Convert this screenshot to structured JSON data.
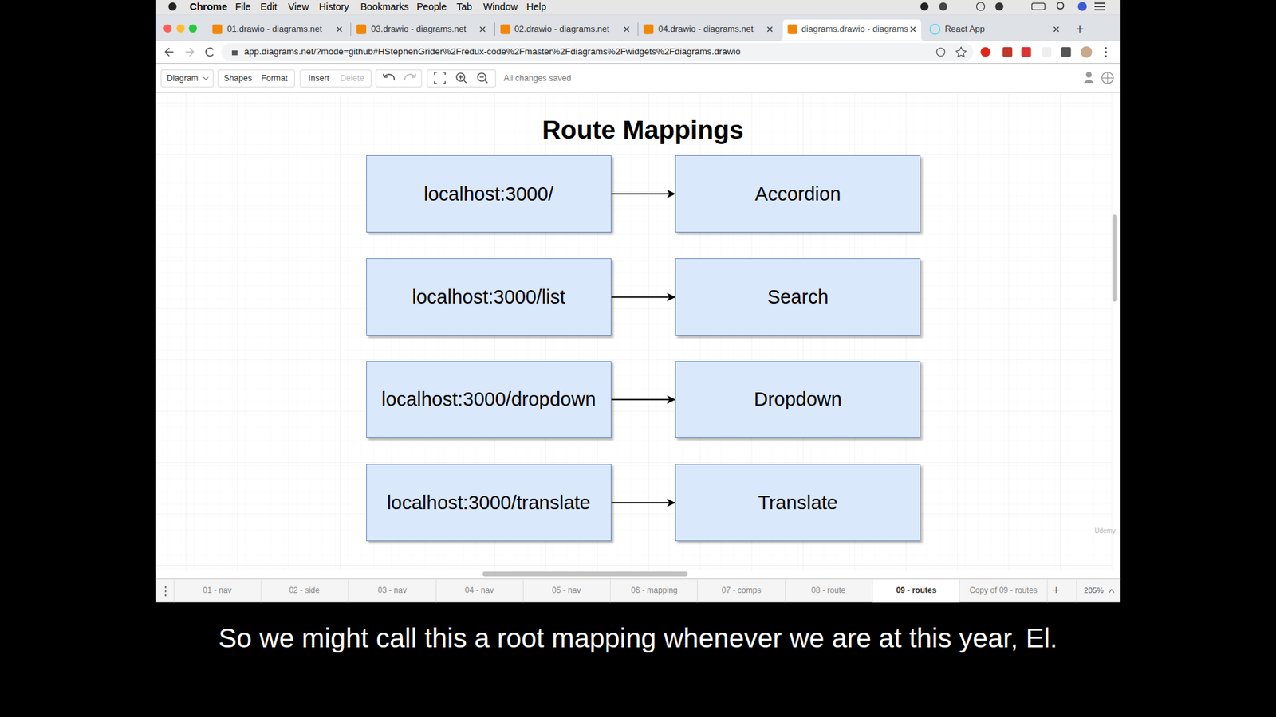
{
  "diagram": {
    "title": "Route Mappings",
    "nodes": [
      {
        "text": [
          "localhost:3000/"
        ]
      },
      {
        "text": [
          "Accordion"
        ]
      },
      {
        "text": [
          "localhost:3000/list"
        ]
      },
      {
        "text": [
          "Search"
        ]
      },
      {
        "text": [
          "localhost:3000/dropdown"
        ]
      },
      {
        "text": [
          "Dropdown"
        ]
      },
      {
        "text": [
          "localhost:3000/translate"
        ]
      },
      {
        "text": [
          "Translate"
        ]
      }
    ],
    "edges": [
      {
        "from": 0,
        "to": 1,
        "arrow": "to"
      },
      {
        "from": 2,
        "to": 3,
        "arrow": "to"
      },
      {
        "from": 4,
        "to": 5,
        "arrow": "to"
      },
      {
        "from": 6,
        "to": 7,
        "arrow": "to"
      }
    ],
    "labels": [
      "Chrome",
      "File",
      "Edit",
      "View",
      "History",
      "Bookmarks",
      "People",
      "Tab",
      "Window",
      "Help",
      "01.drawio - diagrams.net",
      "03.drawio - diagrams.net",
      "02.drawio - diagrams.net",
      "04.drawio - diagrams.net",
      "diagrams.drawio - diagrams",
      "React App",
      "+",
      "app.diagrams.net/?mode=github#HStephenGrider%2Fredux-code%2Fmaster%2Fdiagrams%2Fwidgets%2Fdiagrams.drawio",
      "Diagram",
      "Shapes",
      "Format",
      "Insert",
      "Delete",
      "All changes saved",
      "Udemy",
      "01 - nav",
      "02 - side",
      "03 - nav",
      "04 - nav",
      "05 - nav",
      "06 - mapping",
      "07 - comps",
      "08 - route",
      "09 - routes",
      "Copy of 09 - routes",
      "+",
      "205%",
      "So we might call this a root mapping whenever we are at this year, El."
    ]
  }
}
